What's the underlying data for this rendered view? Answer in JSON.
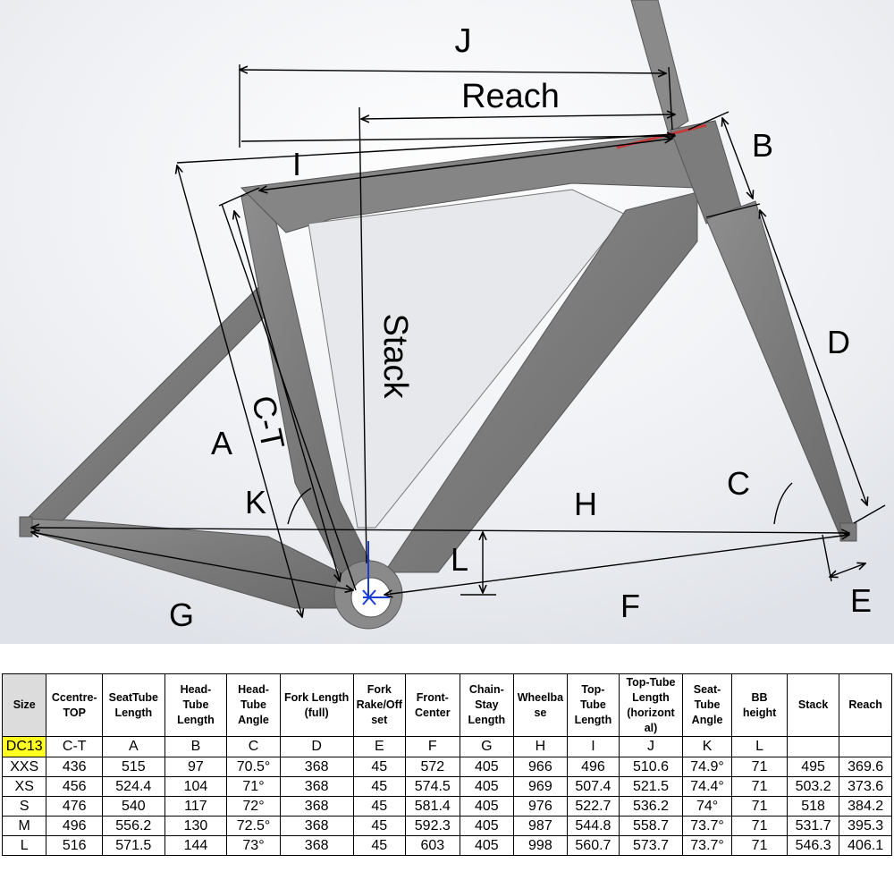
{
  "diagram": {
    "labels": {
      "J": "J",
      "reach": "Reach",
      "B": "B",
      "I": "I",
      "stack": "Stack",
      "D": "D",
      "A": "A",
      "CT": "C-T",
      "K": "K",
      "H": "H",
      "C": "C",
      "L": "L",
      "G": "G",
      "F": "F",
      "E": "E"
    }
  },
  "table": {
    "headers": [
      "Size",
      "Ccentre-TOP",
      "SeatTube Length",
      "Head-Tube Length",
      "Head-Tube Angle",
      "Fork Length (full)",
      "Fork Rake/Offset",
      "Front-Center",
      "Chain-Stay Length",
      "Wheelbase",
      "Top-Tube Length",
      "Top-Tube Length (horizontal)",
      "Seat-Tube Angle",
      "BB height",
      "Stack",
      "Reach"
    ],
    "header_lines": [
      [
        "Size"
      ],
      [
        "Ccentre-",
        "TOP"
      ],
      [
        "SeatTube",
        "Length"
      ],
      [
        "Head-",
        "Tube",
        "Length"
      ],
      [
        "Head-",
        "Tube",
        "Angle"
      ],
      [
        "Fork Length",
        "(full)"
      ],
      [
        "Fork",
        "Rake/Off",
        "set"
      ],
      [
        "Front-",
        "Center"
      ],
      [
        "Chain-",
        "Stay",
        "Length"
      ],
      [
        "Wheelba",
        "se"
      ],
      [
        "Top-",
        "Tube",
        "Length"
      ],
      [
        "Top-Tube",
        "Length",
        "(horizont",
        "al)"
      ],
      [
        "Seat-",
        "Tube",
        "Angle"
      ],
      [
        "BB",
        "height"
      ],
      [
        "Stack"
      ],
      [
        "Reach"
      ]
    ],
    "model": "DC13",
    "letter_row": [
      "C-T",
      "A",
      "B",
      "C",
      "D",
      "E",
      "F",
      "G",
      "H",
      "I",
      "J",
      "K",
      "L",
      "",
      ""
    ],
    "rows": [
      [
        "XXS",
        "436",
        "515",
        "97",
        "70.5°",
        "368",
        "45",
        "572",
        "405",
        "966",
        "496",
        "510.6",
        "74.9°",
        "71",
        "495",
        "369.6"
      ],
      [
        "XS",
        "456",
        "524.4",
        "104",
        "71°",
        "368",
        "45",
        "574.5",
        "405",
        "969",
        "507.4",
        "521.5",
        "74.4°",
        "71",
        "503.2",
        "373.6"
      ],
      [
        "S",
        "476",
        "540",
        "117",
        "72°",
        "368",
        "45",
        "581.4",
        "405",
        "976",
        "522.7",
        "536.2",
        "74°",
        "71",
        "518",
        "384.2"
      ],
      [
        "M",
        "496",
        "556.2",
        "130",
        "72.5°",
        "368",
        "45",
        "592.3",
        "405",
        "987",
        "544.8",
        "558.7",
        "73.7°",
        "71",
        "531.7",
        "395.3"
      ],
      [
        "L",
        "516",
        "571.5",
        "144",
        "73°",
        "368",
        "45",
        "603",
        "405",
        "998",
        "560.7",
        "573.7",
        "73.7°",
        "71",
        "546.3",
        "406.1"
      ]
    ]
  }
}
